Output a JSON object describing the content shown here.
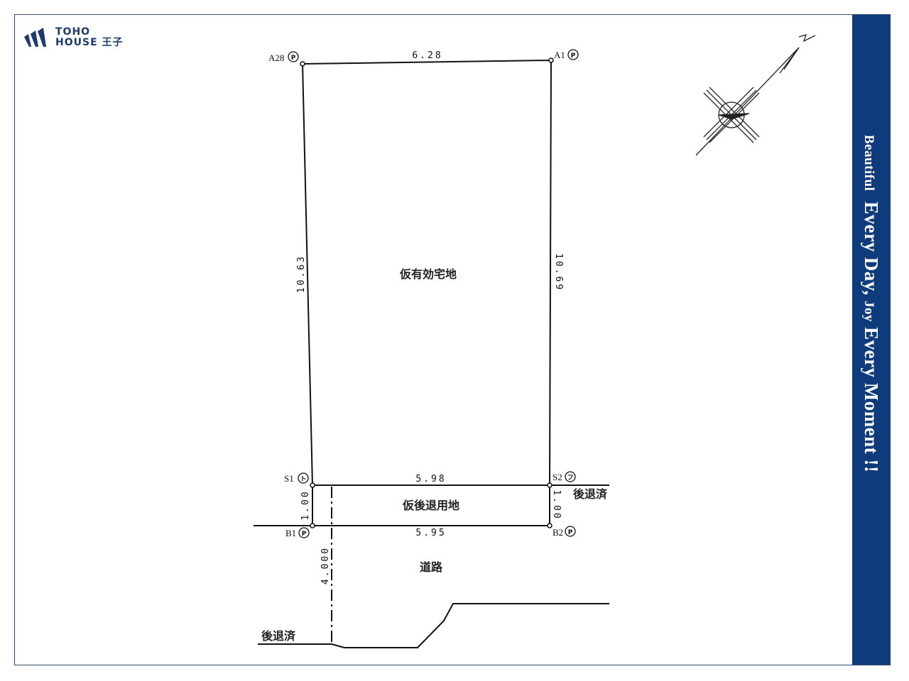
{
  "logo": {
    "line1": "TOHO",
    "line2": "HOUSE 王子"
  },
  "banner": {
    "word1": "Beautiful",
    "phrase1": "Every Day,",
    "word2": "Joy",
    "phrase2": "Every Moment !!"
  },
  "plan": {
    "points": {
      "a28": "A28",
      "a1": "A1",
      "s1": "S1",
      "s2": "S2",
      "b1": "B1",
      "b2": "B2",
      "mark_p": "P",
      "mark_s1": "ト",
      "mark_s2": "フ"
    },
    "dimensions": {
      "top": "6.28",
      "left": "10.63",
      "right": "10.69",
      "middle": "5.98",
      "bottom": "5.95",
      "setback_left": "1.00",
      "setback_right": "1.00",
      "road_width": "4.000"
    },
    "labels": {
      "lot": "仮有効宅地",
      "setback_area": "仮後退用地",
      "road": "道路",
      "setback_done_right": "後退済",
      "setback_done_left": "後退済"
    },
    "north": "N"
  },
  "colors": {
    "banner": "#0d3b7c",
    "logo": "#1c3a6c"
  }
}
